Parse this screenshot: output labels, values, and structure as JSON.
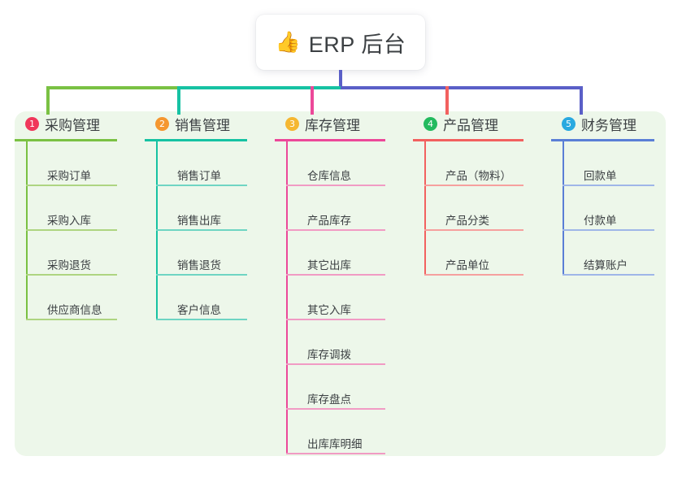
{
  "root": {
    "icon": "thumbs-up-icon",
    "emoji": "👍",
    "title": "ERP 后台"
  },
  "palette": {
    "panel_background": "#edf7ea",
    "page_background": "#ffffff",
    "text": "#3c4043",
    "root_connector": "#5a5fc7"
  },
  "connectors": {
    "segments": [
      {
        "name": "segment-green",
        "color": "#7ac143"
      },
      {
        "name": "segment-teal",
        "color": "#16c2a3"
      },
      {
        "name": "segment-blue",
        "color": "#5a5fc7"
      }
    ],
    "drops": [
      {
        "name": "drop-purchase",
        "color": "#7ac143"
      },
      {
        "name": "drop-sales",
        "color": "#16c2a3"
      },
      {
        "name": "drop-inventory",
        "color": "#ec4899"
      },
      {
        "name": "drop-product",
        "color": "#f2615f"
      },
      {
        "name": "drop-finance",
        "color": "#5a5fc7"
      }
    ]
  },
  "columns": [
    {
      "id": "purchase",
      "number": "1",
      "title": "采购管理",
      "badge_color": "#f0385b",
      "accent": "#7ac143",
      "accent_soft": "#aed581",
      "items": [
        "采购订单",
        "采购入库",
        "采购退货",
        "供应商信息"
      ]
    },
    {
      "id": "sales",
      "number": "2",
      "title": "销售管理",
      "badge_color": "#f5972f",
      "accent": "#16c2a3",
      "accent_soft": "#6fd5c3",
      "items": [
        "销售订单",
        "销售出库",
        "销售退货",
        "客户信息"
      ]
    },
    {
      "id": "inventory",
      "number": "3",
      "title": "库存管理",
      "badge_color": "#f5b731",
      "accent": "#ec4899",
      "accent_soft": "#f19bc4",
      "items": [
        "仓库信息",
        "产品库存",
        "其它出库",
        "其它入库",
        "库存调拨",
        "库存盘点",
        "出库库明细"
      ]
    },
    {
      "id": "product",
      "number": "4",
      "title": "产品管理",
      "badge_color": "#23ba5e",
      "accent": "#f2615f",
      "accent_soft": "#f6a09e",
      "items": [
        "产品（物料）",
        "产品分类",
        "产品单位"
      ]
    },
    {
      "id": "finance",
      "number": "5",
      "title": "财务管理",
      "badge_color": "#29a9e0",
      "accent": "#5a7fd6",
      "accent_soft": "#9fb6e8",
      "items": [
        "回款单",
        "付款单",
        "结算账户"
      ]
    }
  ]
}
